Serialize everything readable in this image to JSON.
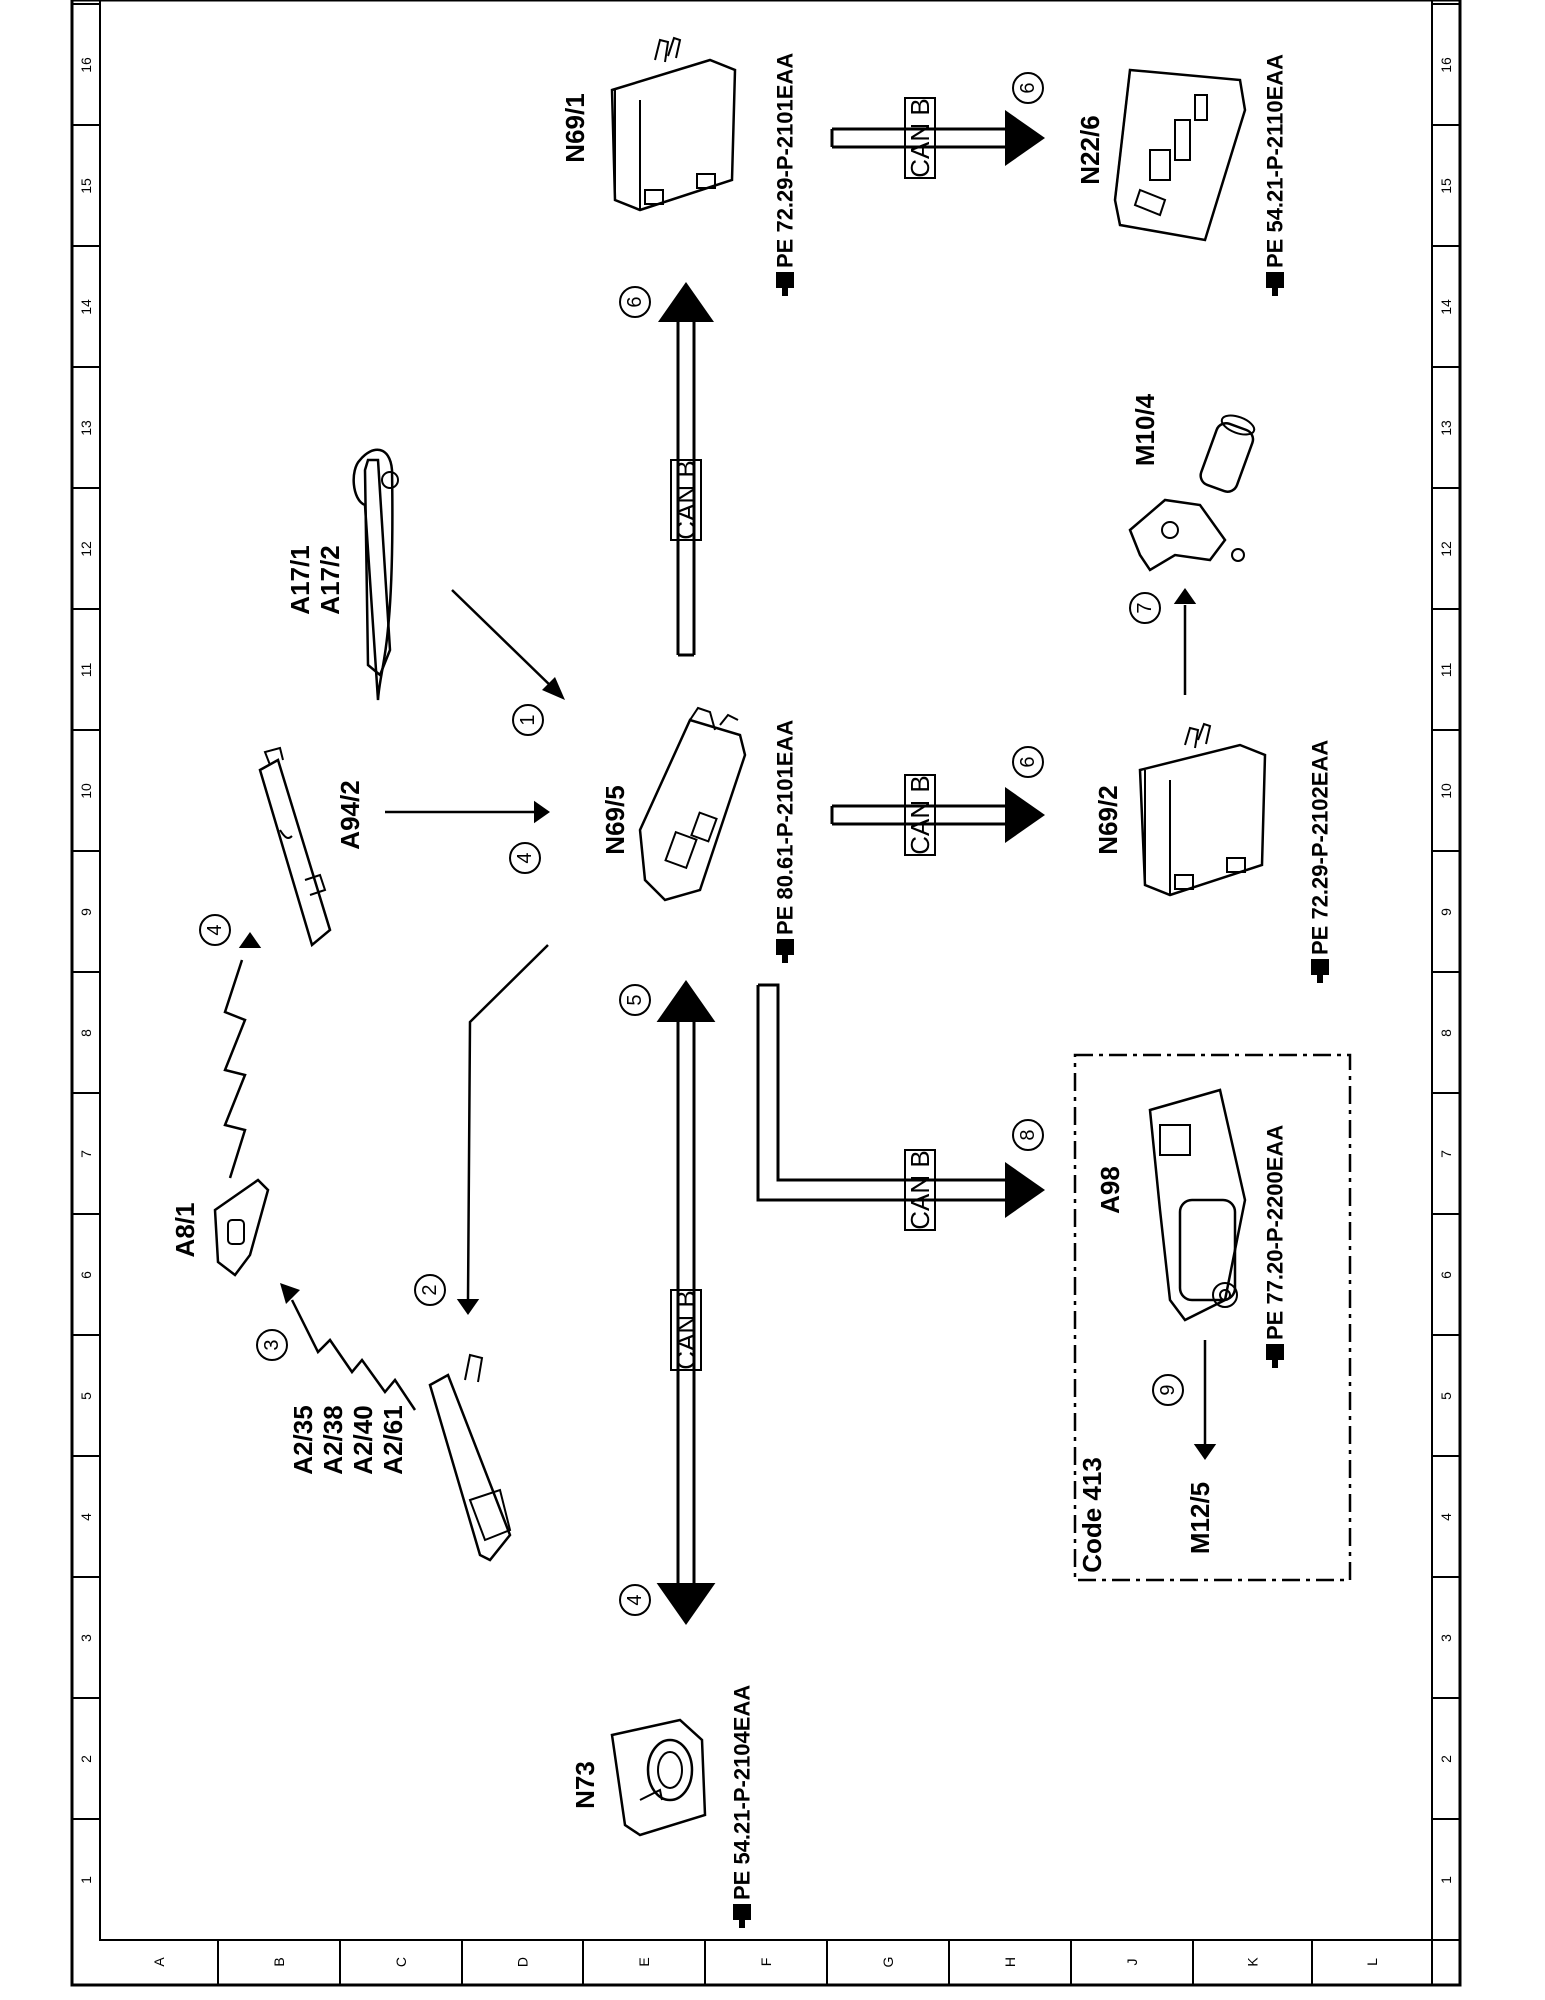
{
  "frame": {
    "row_numbers": [
      "1",
      "2",
      "3",
      "4",
      "5",
      "6",
      "7",
      "8",
      "9",
      "10",
      "11",
      "12",
      "13",
      "14",
      "15",
      "16"
    ],
    "column_letters": [
      "A",
      "B",
      "C",
      "D",
      "E",
      "F",
      "G",
      "H",
      "J",
      "K",
      "L"
    ]
  },
  "components": [
    {
      "id": "n69_1",
      "label": "N69/1",
      "ref": "PE 72.29-P-2101EAA",
      "icon": "module-box-icon"
    },
    {
      "id": "n22_6",
      "label": "N22/6",
      "ref": "PE 54.21-P-2110EAA",
      "icon": "circuit-board-icon"
    },
    {
      "id": "a17",
      "label": [
        "A17/1",
        "A17/2"
      ],
      "icon": "door-handle-icon"
    },
    {
      "id": "m10_4",
      "label": "M10/4",
      "icon": "motor-icon"
    },
    {
      "id": "a94_2",
      "label": "A94/2",
      "icon": "antenna-icon"
    },
    {
      "id": "n69_5",
      "label": "N69/5",
      "ref": "PE 80.61-P-2101EAA",
      "icon": "control-module-icon"
    },
    {
      "id": "n69_2",
      "label": "N69/2",
      "ref": "PE 72.29-P-2102EAA",
      "icon": "module-box-icon"
    },
    {
      "id": "a8_1",
      "label": "A8/1",
      "icon": "key-fob-icon"
    },
    {
      "id": "a2",
      "label": [
        "A2/35",
        "A2/38",
        "A2/40",
        "A2/61"
      ],
      "icon": "antenna-icon"
    },
    {
      "id": "a98",
      "label": "A98",
      "ref": "PE 77.20-P-2200EAA",
      "icon": "roof-motor-icon"
    },
    {
      "id": "n73",
      "label": "N73",
      "ref": "PE 54.21-P-2104EAA",
      "icon": "ignition-switch-icon"
    },
    {
      "id": "m12_5",
      "label": "M12/5"
    }
  ],
  "bus_label": "CAN B",
  "option_box": {
    "label": "Code 413"
  },
  "step_numbers": [
    "1",
    "2",
    "3",
    "4",
    "5",
    "6",
    "7",
    "8",
    "9"
  ],
  "arrows": [
    {
      "id": "a1",
      "from": "a17",
      "to": "n69_5",
      "step": "1"
    },
    {
      "id": "a2_arrow",
      "from": "n69_5",
      "to": "a2",
      "step": "2"
    },
    {
      "id": "a3",
      "from": "a2",
      "to": "a8_1",
      "step": "3",
      "style": "radio"
    },
    {
      "id": "a4r",
      "from": "a8_1",
      "to": "a94_2",
      "step": "4",
      "style": "radio"
    },
    {
      "id": "a4",
      "from": "a94_2",
      "to": "n69_5",
      "step": "4"
    },
    {
      "id": "a7",
      "from": "n69_2",
      "to": "m10_4",
      "step": "7"
    },
    {
      "id": "a9",
      "from": "a98",
      "to": "m12_5",
      "step": "9"
    }
  ],
  "buses": [
    {
      "id": "bus_n69_1",
      "from": "n69_5",
      "to": "n69_1",
      "step": "6",
      "label": "CAN B"
    },
    {
      "id": "bus_n22_6",
      "from": "n69_1",
      "to": "n22_6",
      "step": "6",
      "label": "CAN B"
    },
    {
      "id": "bus_n69_2",
      "from": "n69_5",
      "to": "n69_2",
      "step": "6",
      "label": "CAN B"
    },
    {
      "id": "bus_a98",
      "from": "n69_5",
      "to": "a98",
      "step": "8",
      "label": "CAN B"
    },
    {
      "id": "bus_n73",
      "from": "n69_5",
      "to": "n73",
      "step": "4/5",
      "label": "CAN B",
      "bidirectional": true
    }
  ]
}
